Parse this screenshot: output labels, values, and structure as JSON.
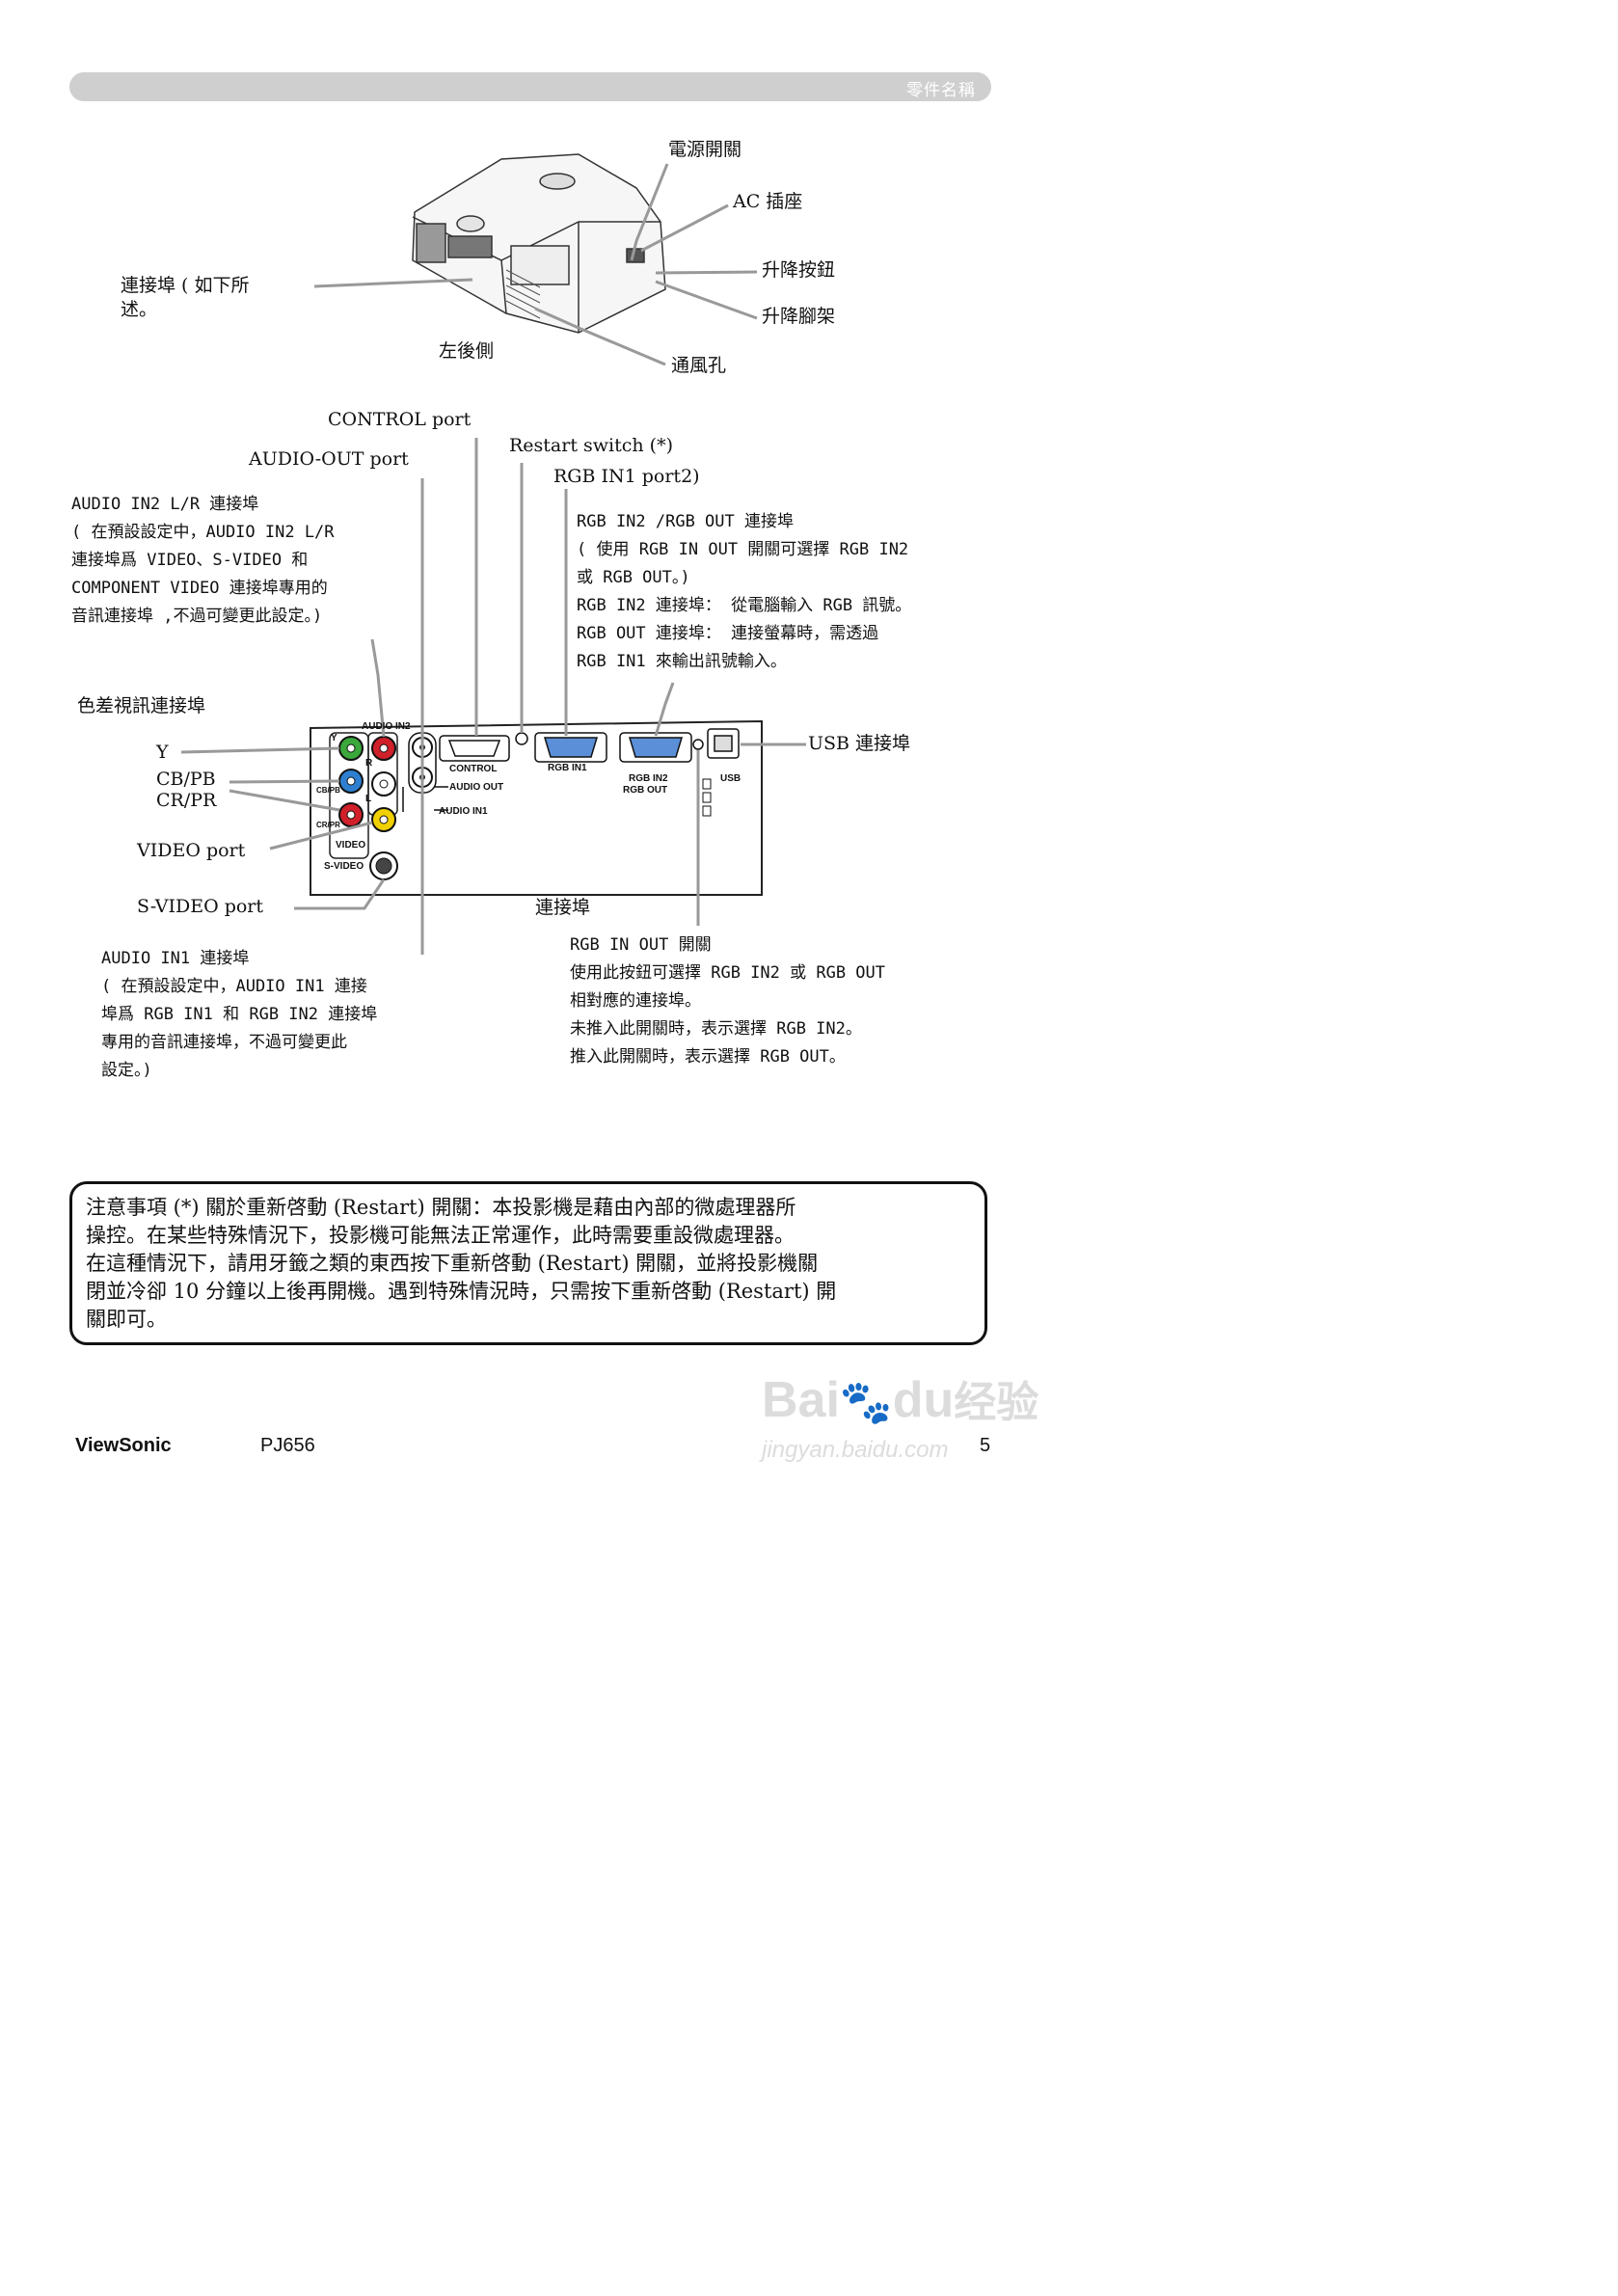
{
  "header": {
    "section_title": "零件名稱"
  },
  "projector": {
    "power_switch": "電源開關",
    "ac_inlet": "AC 插座",
    "elevator_button": "升降按鈕",
    "elevator_foot": "升降腳架",
    "vent": "通風孔",
    "left_rear": "左後側",
    "ports_line1": "連接埠 ( 如下所",
    "ports_line2": "述。"
  },
  "callouts": {
    "control_port": "CONTROL port",
    "audio_out_port": "AUDIO-OUT port",
    "restart_switch": "Restart switch (*)",
    "rgb_in1_port": "RGB IN1 port2)",
    "audio_in2": [
      "AUDIO IN2 L/R 連接埠",
      "( 在預設設定中，AUDIO IN2 L/R",
      "連接埠爲 VIDEO、S-VIDEO 和",
      "COMPONENT VIDEO 連接埠專用的",
      "音訊連接埠 ,不過可變更此設定。)"
    ],
    "rgb_in2_out": [
      "RGB IN2 /RGB OUT 連接埠",
      "( 使用 RGB IN OUT 開關可選擇 RGB IN2",
      "或 RGB OUT。)",
      "RGB IN2 連接埠： 從電腦輸入 RGB 訊號。",
      "RGB OUT 連接埠： 連接螢幕時，需透過",
      "RGB IN1 來輸出訊號輸入。"
    ],
    "component": "色差視訊連接埠",
    "y": "Y",
    "cb_pb": "CB/PB",
    "cr_pr": "CR/PR",
    "video_port": "VIDEO port",
    "s_video_port": "S-VIDEO port",
    "usb": "USB 連接埠",
    "ports": "連接埠",
    "audio_in1": [
      "AUDIO IN1 連接埠",
      "( 在預設設定中，AUDIO IN1 連接",
      "埠爲 RGB IN1 和 RGB IN2 連接埠",
      "專用的音訊連接埠，不過可變更此",
      "設定。)"
    ],
    "rgb_in_out_switch": [
      "RGB IN OUT 開關",
      "使用此按鈕可選擇 RGB IN2 或 RGB OUT",
      "相對應的連接埠。",
      "未推入此開關時，表示選擇 RGB IN2。",
      "推入此開關時，表示選擇 RGB OUT。"
    ]
  },
  "panel": {
    "audio_in2": "AUDIO IN2",
    "y": "Y",
    "cb_pb": "CB/PB",
    "cr_pr": "CR/PR",
    "l": "L",
    "r": "R",
    "video": "VIDEO",
    "s_video": "S-VIDEO",
    "control": "CONTROL",
    "audio_out": "AUDIO OUT",
    "audio_in1": "AUDIO IN1",
    "rgb_in1": "RGB IN1",
    "rgb_in2": "RGB IN2",
    "rgb_out": "RGB OUT",
    "usb": "USB"
  },
  "note": [
    "注意事項 (*) 關於重新啓動 (Restart) 開關：本投影機是藉由內部的微處理器所",
    "操控。在某些特殊情況下，投影機可能無法正常運作，此時需要重設微處理器。",
    "在這種情況下，請用牙籤之類的東西按下重新啓動 (Restart) 開關，並將投影機關",
    "閉並冷卻 10 分鐘以上後再開機。遇到特殊情況時，只需按下重新啓動 (Restart) 開",
    "關即可。"
  ],
  "footer": {
    "brand": "ViewSonic",
    "model": "PJ656",
    "page_number": "5"
  },
  "watermark": {
    "brand": "Bai",
    "brand2": "du",
    "brand_cn": "经验",
    "url": "jingyan.baidu.com"
  },
  "colors": {
    "accent_gray": "#cfcfcf",
    "jack_green": "#3aa83a",
    "jack_blue": "#2e7fd0",
    "jack_red": "#d0202a",
    "jack_yellow": "#f0d000"
  }
}
